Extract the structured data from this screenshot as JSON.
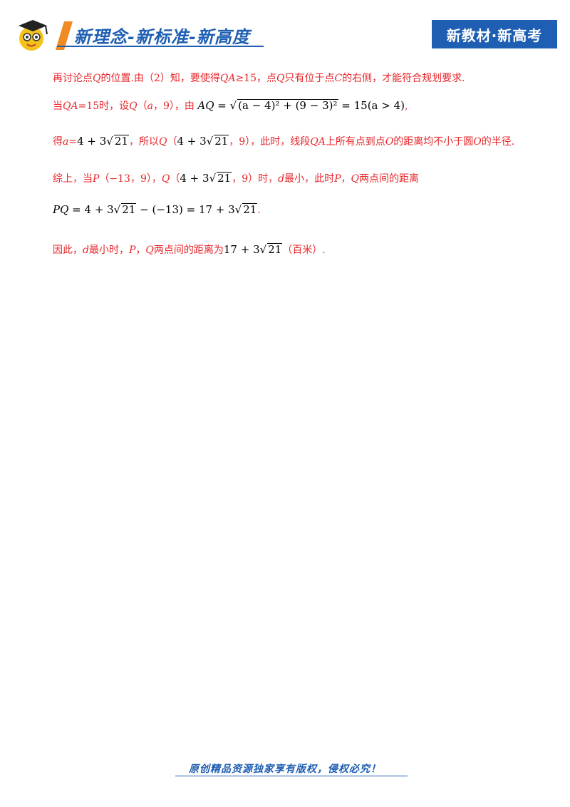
{
  "header": {
    "slogan": "新理念-新标准-新高度",
    "badge": "新教材·新高考"
  },
  "lines": {
    "l1_a": "再讨论点",
    "l1_q": "Q",
    "l1_b": "的位置.由（2）知，要使得",
    "l1_qa": "QA",
    "l1_c": "≥15，点",
    "l1_q2": "Q",
    "l1_d": "只有位于点",
    "l1_cc": "C",
    "l1_e": "的右侧，才能符合规划要求.",
    "l2_a": "当",
    "l2_qa": "QA",
    "l2_b": "=15时，设",
    "l2_q": "Q",
    "l2_c": "（",
    "l2_avar": "a",
    "l2_d": "，9），由",
    "l2_math_lhs": "AQ",
    "l2_math_rad": "(a − 4)² + (9 − 3)²",
    "l2_math_rhs": "= 15(a > 4)",
    "l2_end": ",",
    "l3_a": "得",
    "l3_avar": "a",
    "l3_b": "=",
    "l3_math1": "4 + 3",
    "l3_rad1": "21",
    "l3_c": "，所以",
    "l3_q": "Q",
    "l3_d": "（",
    "l3_math2": "4 + 3",
    "l3_rad2": "21",
    "l3_e": "，9），此时，线段",
    "l3_qa": "QA",
    "l3_f": "上所有点到点",
    "l3_o": "O",
    "l3_g": "的距离均不小于圆",
    "l3_o2": "O",
    "l3_h": "的半径.",
    "l4_a": "综上，当",
    "l4_p": "P",
    "l4_b": "（−13，9），",
    "l4_q": "Q",
    "l4_c": "（",
    "l4_math": "4 + 3",
    "l4_rad": "21",
    "l4_d": "，9）时，",
    "l4_dvar": "d",
    "l4_e": "最小，此时",
    "l4_p2": "P",
    "l4_f": "，",
    "l4_q2": "Q",
    "l4_g": "两点间的距离",
    "l5_lhs": "PQ",
    "l5_a": "= 4 + 3",
    "l5_rad1": "21",
    "l5_b": "− (−13) = 17 + 3",
    "l5_rad2": "21",
    "l5_end": ".",
    "l6_a": "因此，",
    "l6_dvar": "d",
    "l6_b": "最小时，",
    "l6_p": "P",
    "l6_c": "，",
    "l6_q": "Q",
    "l6_d": "两点间的距离为",
    "l6_math": "17 + 3",
    "l6_rad": "21",
    "l6_e": "（百米）."
  },
  "footer": {
    "text": "原创精品资源独家享有版权，侵权必究！"
  }
}
